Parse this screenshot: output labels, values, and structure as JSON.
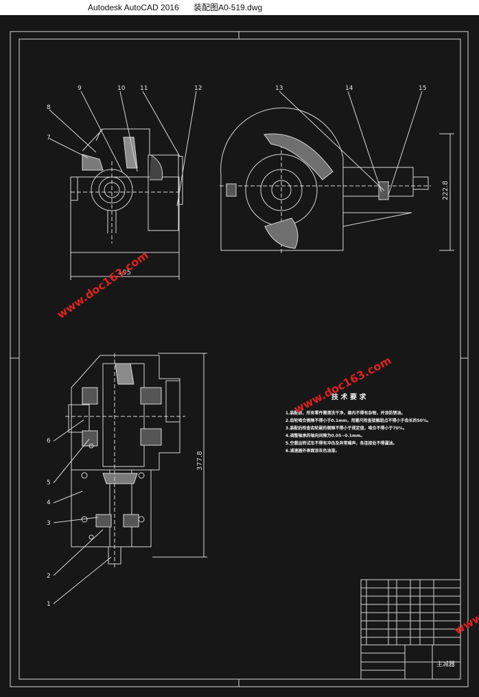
{
  "window": {
    "app_title": "Autodesk AutoCAD 2016",
    "file_name": "装配图A0-519.dwg"
  },
  "drawing": {
    "part_labels_top": [
      "9",
      "10",
      "11",
      "12",
      "8",
      "7",
      "13",
      "14",
      "15"
    ],
    "part_labels_side": [
      "6",
      "5",
      "4",
      "3",
      "2",
      "1"
    ],
    "dimensions": {
      "front_width": "195",
      "side_height": "222.8",
      "section_height": "377.8"
    },
    "tech_req": {
      "title": "技 术 要 求",
      "items": [
        "1.装配前，所有零件需清洗干净，箱内不得有杂物，并涂防锈油。",
        "2.齿轮啮合侧隙不得小于0.1mm，用塞尺检查接触斑点不得小于齿长的50%。",
        "3.装配后检查齿轮副的侧隙不得小于规定值，啮合不得小于70%。",
        "4.调整轴承的轴向间隙为0.05~0.1mm。",
        "5.空载运转试车不得有冲击及异常噪声，各连接处不得漏油。",
        "6.减速器外表面涂灰色油漆。"
      ]
    },
    "watermark": "www.doc163.com",
    "title_block": {
      "name": "主减器"
    }
  },
  "colors": {
    "background": "#171717",
    "lines": "#d8d8d8",
    "watermark": "#d22222"
  }
}
